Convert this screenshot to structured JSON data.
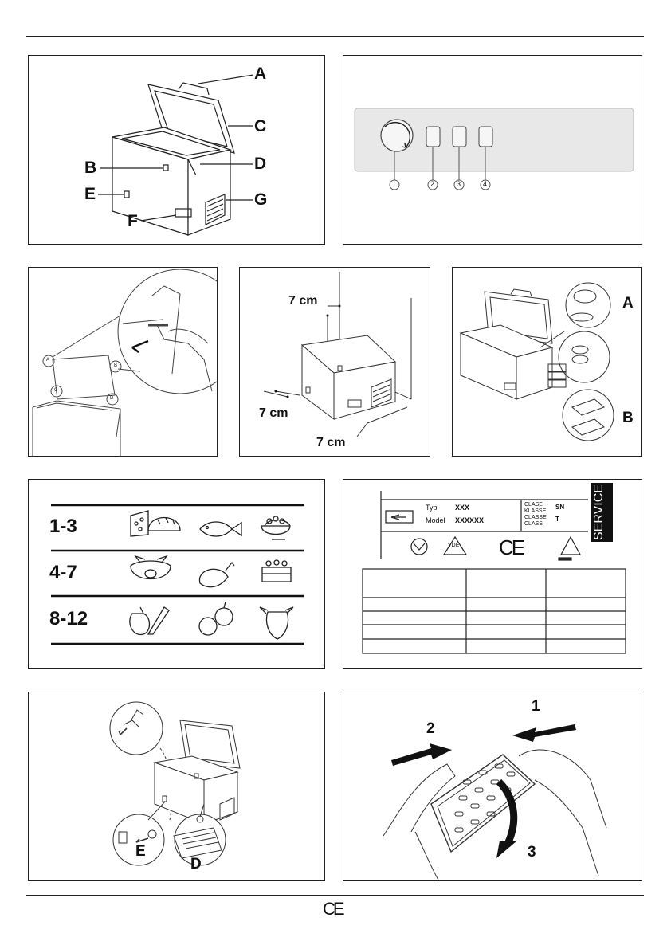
{
  "figure1": {
    "labels": [
      "A",
      "C",
      "B",
      "D",
      "E",
      "G",
      "F"
    ]
  },
  "figure2": {
    "control_numbers": [
      "1",
      "2",
      "3",
      "4"
    ]
  },
  "figure5": {
    "distance_top": "7 cm",
    "distance_left": "7 cm",
    "distance_right": "7 cm"
  },
  "figure6": {
    "label_a": "A",
    "label_b": "B"
  },
  "figure7": {
    "rows": [
      "1-3",
      "4-7",
      "8-12"
    ]
  },
  "figure8": {
    "typ_key": "Typ",
    "typ_value": "XXX",
    "model_key": "Model",
    "model_value": "XXXXXX",
    "class_keys": [
      "CLASE",
      "KLASSE",
      "CLASSE",
      "CLASS"
    ],
    "class_values": [
      "SN",
      "T"
    ],
    "service": "SERVICE",
    "ce_mark": "CE"
  },
  "figure9": {
    "label_e": "E",
    "label_d": "D"
  },
  "figure10": {
    "steps": [
      "1",
      "2",
      "3"
    ]
  },
  "footer": {
    "ce_mark": "CE"
  }
}
